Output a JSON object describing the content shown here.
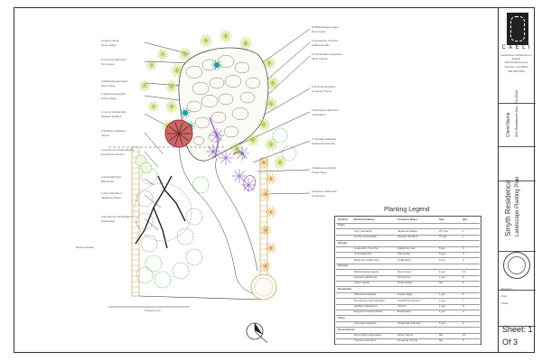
{
  "title_block": {
    "firm_name": "C A E L I",
    "firm_tagline": "Landscape Architecture & Design",
    "firm_address_1": "000 Residence Ave",
    "firm_address_2": "Anytown, CA 00000",
    "firm_phone": "555.555.5555",
    "client_label": "Client Name",
    "client_address": "000 Residence Ave, CA 0000",
    "project_title": "Smyth Residence",
    "project_subtitle": "Landscape Planting Plan",
    "drawn_by": "Drawn by",
    "date_label": "Date",
    "scale_label": "Scale",
    "sheet_label": "Sheet: 1",
    "sheet_of": "Of      3"
  },
  "legend": {
    "title": "Planting Legend",
    "headers": [
      "Symbol",
      "Botanical Name",
      "Common Name",
      "Size",
      "Qty"
    ],
    "rows": [
      [
        "Trees",
        "",
        "",
        "",
        ""
      ],
      [
        "",
        "Acer palmatum",
        "Japanese Maple",
        "24\" box",
        "1"
      ],
      [
        "",
        "Cercis occidentalis",
        "Western Redbud",
        "15 gal",
        "1"
      ],
      [
        "Shrubs",
        "",
        "",
        "",
        ""
      ],
      [
        "",
        "Ceanothus 'Concha'",
        "California Lilac",
        "5 gal",
        "3"
      ],
      [
        "",
        "Arctostaphylos",
        "Manzanita",
        "5 gal",
        "4"
      ],
      [
        "",
        "Rhamnus californica",
        "Coffeeberry",
        "5 gal",
        "2"
      ],
      [
        "Grasses",
        "",
        "",
        "",
        ""
      ],
      [
        "",
        "Muhlenbergia rigens",
        "Deer Grass",
        "1 gal",
        "12"
      ],
      [
        "",
        "Festuca californica",
        "CA Fescue",
        "1 gal",
        "9"
      ],
      [
        "",
        "Carex pansa",
        "Dune Sedge",
        "flat",
        "6"
      ],
      [
        "Perennials",
        "",
        "",
        "",
        ""
      ],
      [
        "",
        "Salvia leucophylla",
        "Purple Sage",
        "1 gal",
        "5"
      ],
      [
        "",
        "Penstemon heterophyllus",
        "Foothill Penstemon",
        "1 gal",
        "7"
      ],
      [
        "",
        "Achillea millefolium",
        "Yarrow",
        "1 gal",
        "8"
      ],
      [
        "",
        "Eriogonum fasciculatum",
        "Buckwheat",
        "1 gal",
        "4"
      ],
      [
        "Vines",
        "",
        "",
        "",
        ""
      ],
      [
        "",
        "Clematis lasiantha",
        "Chaparral Clematis",
        "5 gal",
        "2"
      ],
      [
        "Groundcover",
        "",
        "",
        "",
        ""
      ],
      [
        "",
        "Dymondia margaretae",
        "Silver Carpet",
        "flat",
        "10"
      ],
      [
        "",
        "Thymus serpyllum",
        "Creeping Thyme",
        "flat",
        "6"
      ]
    ]
  },
  "callouts_left": [
    "3 Carex pansa",
    "Dune Sedge",
    "5 Festuca californica",
    "CA Fescue",
    "4 Muhlenbergia rigens",
    "Deer Grass",
    "2 Salvia leucophylla",
    "Purple Sage",
    "1 Cercis occidentalis",
    "Western Redbud",
    "6 Achillea millefolium",
    "Yarrow",
    "3 Penstemon heterophyllus",
    "Foothill Penstemon",
    "2 Arctostaphylos",
    "Manzanita",
    "1 Acer palmatum",
    "Japanese Maple",
    "4 Eriogonum fasciculatum",
    "Buckwheat"
  ],
  "callouts_right": [
    "8 Muhlenbergia rigens",
    "Deer Grass",
    "3 Ceanothus 'Concha'",
    "California Lilac",
    "10 Dymondia margaretae",
    "Silver Carpet",
    "6 Thymus serpyllum",
    "Creeping Thyme",
    "2 Rhamnus californica",
    "Coffeeberry",
    "2 Clematis lasiantha",
    "Chaparral Clematis",
    "4 Salvia leucophylla",
    "Purple Sage",
    "5 Festuca californica",
    "CA Fescue"
  ],
  "plan_notes": {
    "existing_note": "Existing Grade",
    "property_line": "Property Line"
  },
  "colors": {
    "line": "#333333",
    "grass": "#a8c838",
    "shrub": "#58a858",
    "teal": "#2a9a9a",
    "purple": "#8a58b8",
    "red": "#a03030",
    "tan": "#c8a860",
    "orange": "#d89830"
  }
}
